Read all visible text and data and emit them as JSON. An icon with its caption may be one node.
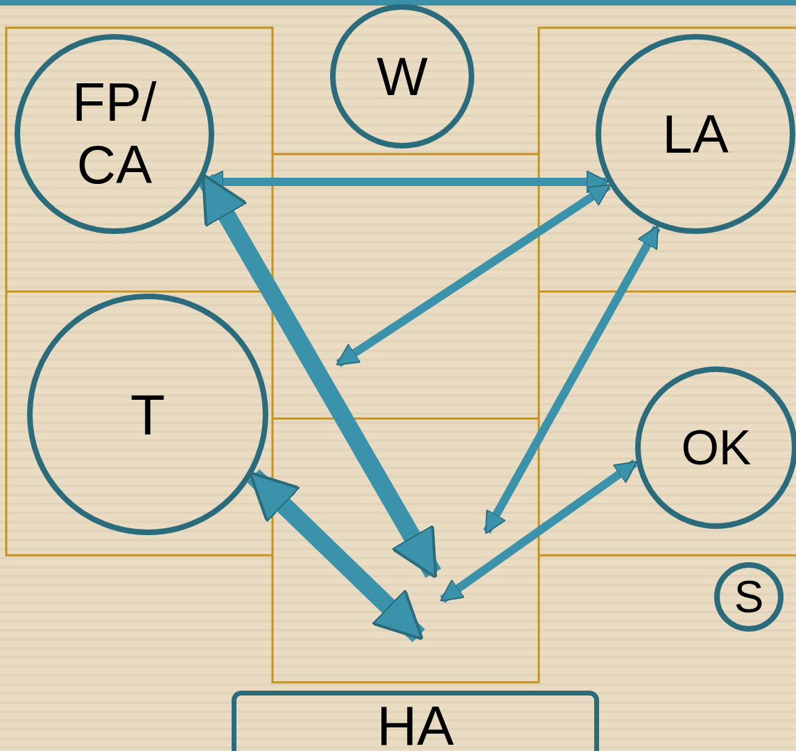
{
  "diagram": {
    "nodes": [
      {
        "text": [
          "FP/ CA"
        ]
      },
      {
        "text": [
          "W"
        ]
      },
      {
        "text": [
          "LA"
        ]
      },
      {
        "text": [
          "T"
        ]
      },
      {
        "text": [
          "OK"
        ]
      },
      {
        "text": [
          "S"
        ]
      },
      {
        "text": [
          "HA"
        ]
      }
    ],
    "edges": [
      {
        "from": 0,
        "to": 2,
        "arrow": "both"
      },
      {
        "from": 0,
        "to": null,
        "arrow": "both",
        "style": "thick"
      },
      {
        "from": 2,
        "to": null,
        "arrow": "both"
      },
      {
        "from": 2,
        "to": null,
        "arrow": "both"
      },
      {
        "from": 4,
        "to": null,
        "arrow": "both"
      },
      {
        "from": 3,
        "to": 6,
        "arrow": "both",
        "style": "thick"
      }
    ]
  }
}
